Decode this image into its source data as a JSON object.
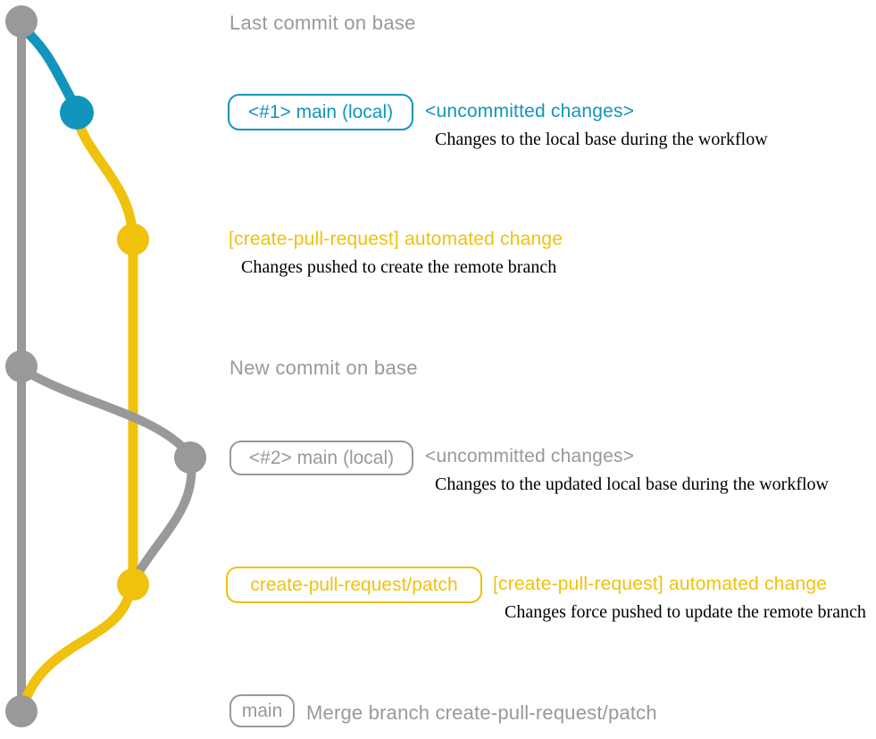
{
  "colors": {
    "gray": "#999999",
    "teal": "#1295bd",
    "yellow": "#f0c10d",
    "ink": "#000000",
    "bg": "#ffffff"
  },
  "rows": {
    "last_commit": {
      "title": "Last commit on base"
    },
    "local_main_1": {
      "badge": "<#1> main (local)",
      "note": "<uncommitted changes>",
      "description": "Changes to the local base during the workflow"
    },
    "push_1": {
      "note": "[create-pull-request] automated change",
      "description": "Changes pushed to create the remote branch"
    },
    "new_commit": {
      "title": "New commit on base"
    },
    "local_main_2": {
      "badge": "<#2> main (local)",
      "note": "<uncommitted changes>",
      "description": "Changes to the updated local base during the workflow"
    },
    "force_push": {
      "badge": "create-pull-request/patch",
      "note": "[create-pull-request] automated change",
      "description": "Changes force pushed to update the remote branch"
    },
    "merge": {
      "badge": "main",
      "note": "Merge branch create-pull-request/patch"
    }
  }
}
